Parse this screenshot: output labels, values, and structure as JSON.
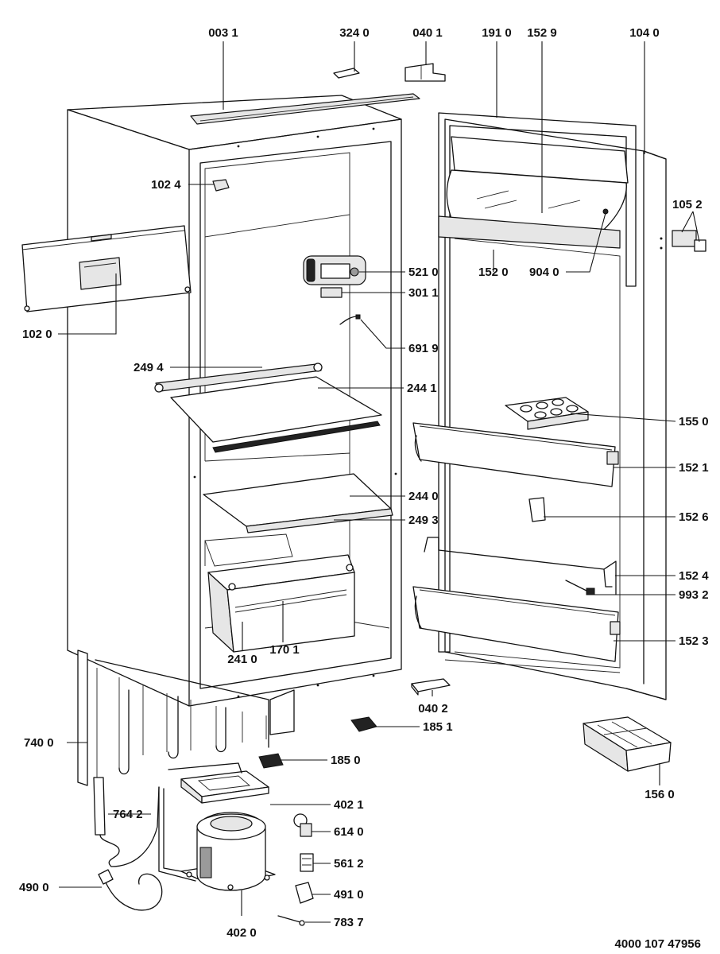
{
  "diagram": {
    "document_number": "4000 107 47956",
    "parts": [
      {
        "id": "p0031",
        "code": "003 1"
      },
      {
        "id": "p3240",
        "code": "324 0"
      },
      {
        "id": "p0401",
        "code": "040 1"
      },
      {
        "id": "p1910",
        "code": "191 0"
      },
      {
        "id": "p1529",
        "code": "152 9"
      },
      {
        "id": "p1040",
        "code": "104 0"
      },
      {
        "id": "p1024",
        "code": "102 4"
      },
      {
        "id": "p1052",
        "code": "105 2"
      },
      {
        "id": "p5210",
        "code": "521 0"
      },
      {
        "id": "p1520",
        "code": "152 0"
      },
      {
        "id": "p9040",
        "code": "904 0"
      },
      {
        "id": "p3011",
        "code": "301 1"
      },
      {
        "id": "p1020",
        "code": "102 0"
      },
      {
        "id": "p6919",
        "code": "691 9"
      },
      {
        "id": "p2494",
        "code": "249 4"
      },
      {
        "id": "p2441",
        "code": "244 1"
      },
      {
        "id": "p1550",
        "code": "155 0"
      },
      {
        "id": "p1521",
        "code": "152 1"
      },
      {
        "id": "p2440",
        "code": "244 0"
      },
      {
        "id": "p2493",
        "code": "249 3"
      },
      {
        "id": "p1526",
        "code": "152 6"
      },
      {
        "id": "p1524",
        "code": "152 4"
      },
      {
        "id": "p9932",
        "code": "993 2"
      },
      {
        "id": "p1523",
        "code": "152 3"
      },
      {
        "id": "p2410",
        "code": "241 0"
      },
      {
        "id": "p1701",
        "code": "170 1"
      },
      {
        "id": "p0402",
        "code": "040 2"
      },
      {
        "id": "p1851",
        "code": "185 1"
      },
      {
        "id": "p7400",
        "code": "740 0"
      },
      {
        "id": "p1850",
        "code": "185 0"
      },
      {
        "id": "p1560",
        "code": "156 0"
      },
      {
        "id": "p4021",
        "code": "402 1"
      },
      {
        "id": "p7642",
        "code": "764 2"
      },
      {
        "id": "p6140",
        "code": "614 0"
      },
      {
        "id": "p5612",
        "code": "561 2"
      },
      {
        "id": "p4900",
        "code": "490 0"
      },
      {
        "id": "p4910",
        "code": "491 0"
      },
      {
        "id": "p7837",
        "code": "783 7"
      },
      {
        "id": "p4020",
        "code": "402 0"
      }
    ]
  }
}
